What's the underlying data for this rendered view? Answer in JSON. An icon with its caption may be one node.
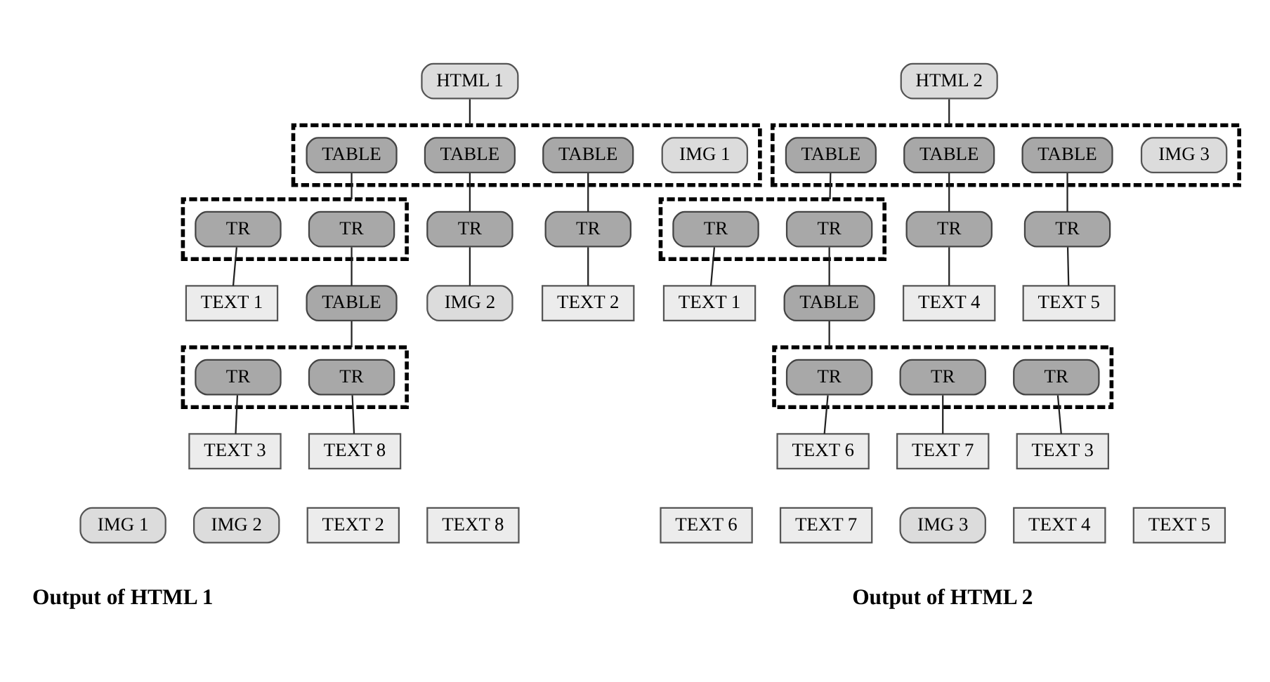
{
  "diagram": {
    "nodes": [
      {
        "text": [
          "HTML 1"
        ]
      },
      {
        "text": [],
        "shape": "box"
      },
      {
        "text": [
          "IMG 1"
        ],
        "in": 1
      },
      {
        "text": [
          "TABLE"
        ],
        "in": 1
      },
      {
        "text": [
          "TABLE"
        ],
        "in": 1
      },
      {
        "text": [
          "TABLE"
        ],
        "in": 1
      },
      {
        "text": [],
        "shape": "box"
      },
      {
        "text": [
          "TR"
        ],
        "in": 6
      },
      {
        "text": [
          "TR"
        ],
        "in": 6
      },
      {
        "text": [
          "TR"
        ]
      },
      {
        "text": [
          "TR"
        ]
      },
      {
        "text": [
          "TEXT 1"
        ]
      },
      {
        "text": [
          "TABLE"
        ]
      },
      {
        "text": [
          "IMG 2"
        ]
      },
      {
        "text": [
          "TEXT 2"
        ]
      },
      {
        "text": [],
        "shape": "box"
      },
      {
        "text": [
          "TR"
        ],
        "in": 15
      },
      {
        "text": [
          "TR"
        ],
        "in": 15
      },
      {
        "text": [
          "TEXT 3"
        ]
      },
      {
        "text": [
          "TEXT 8"
        ]
      },
      {
        "text": [
          "HTML 2"
        ]
      },
      {
        "text": [],
        "shape": "box"
      },
      {
        "text": [
          "IMG 3"
        ],
        "in": 21
      },
      {
        "text": [
          "TABLE"
        ],
        "in": 21
      },
      {
        "text": [
          "TABLE"
        ],
        "in": 21
      },
      {
        "text": [
          "TABLE"
        ],
        "in": 21
      },
      {
        "text": [],
        "shape": "box"
      },
      {
        "text": [
          "TR"
        ],
        "in": 26
      },
      {
        "text": [
          "TR"
        ],
        "in": 26
      },
      {
        "text": [
          "TR"
        ]
      },
      {
        "text": [
          "TR"
        ]
      },
      {
        "text": [
          "TEXT 1"
        ]
      },
      {
        "text": [
          "TABLE"
        ]
      },
      {
        "text": [
          "TEXT 4"
        ]
      },
      {
        "text": [
          "TEXT 5"
        ]
      },
      {
        "text": [],
        "shape": "box"
      },
      {
        "text": [
          "TR"
        ],
        "in": 35
      },
      {
        "text": [
          "TR"
        ],
        "in": 35
      },
      {
        "text": [
          "TR"
        ],
        "in": 35
      },
      {
        "text": [
          "TEXT 3"
        ]
      },
      {
        "text": [
          "TEXT 6"
        ]
      },
      {
        "text": [
          "TEXT 7"
        ]
      },
      {
        "text": [
          "IMG 1"
        ]
      },
      {
        "text": [
          "IMG 2"
        ]
      },
      {
        "text": [
          "TEXT 2"
        ]
      },
      {
        "text": [
          "TEXT 8"
        ]
      },
      {
        "text": [
          "IMG 3"
        ]
      },
      {
        "text": [
          "TEXT 4"
        ]
      },
      {
        "text": [
          "TEXT 5"
        ]
      },
      {
        "text": [
          "TEXT 6"
        ]
      },
      {
        "text": [
          "TEXT 7"
        ]
      }
    ],
    "edges": [
      {
        "from": 0,
        "to": 1,
        "arrow": "none"
      },
      {
        "from": 3,
        "to": 6,
        "arrow": "none"
      },
      {
        "from": 4,
        "to": 9,
        "arrow": "none"
      },
      {
        "from": 5,
        "to": 10,
        "arrow": "none"
      },
      {
        "from": 7,
        "to": 11,
        "arrow": "none"
      },
      {
        "from": 8,
        "to": 12,
        "arrow": "none"
      },
      {
        "from": 9,
        "to": 13,
        "arrow": "none"
      },
      {
        "from": 10,
        "to": 14,
        "arrow": "none"
      },
      {
        "from": 12,
        "to": 15,
        "arrow": "none"
      },
      {
        "from": 16,
        "to": 18,
        "arrow": "none"
      },
      {
        "from": 17,
        "to": 19,
        "arrow": "none"
      },
      {
        "from": 20,
        "to": 21,
        "arrow": "none"
      },
      {
        "from": 23,
        "to": 26,
        "arrow": "none"
      },
      {
        "from": 24,
        "to": 29,
        "arrow": "none"
      },
      {
        "from": 25,
        "to": 30,
        "arrow": "none"
      },
      {
        "from": 27,
        "to": 31,
        "arrow": "none"
      },
      {
        "from": 28,
        "to": 32,
        "arrow": "none"
      },
      {
        "from": 29,
        "to": 33,
        "arrow": "none"
      },
      {
        "from": 30,
        "to": 34,
        "arrow": "none"
      },
      {
        "from": 32,
        "to": 35,
        "arrow": "none"
      },
      {
        "from": 36,
        "to": 39,
        "arrow": "none"
      },
      {
        "from": 37,
        "to": 40,
        "arrow": "none"
      },
      {
        "from": 38,
        "to": 41,
        "arrow": "none"
      }
    ],
    "labels": [
      "Output of HTML 1",
      "Output of HTML 2"
    ]
  }
}
